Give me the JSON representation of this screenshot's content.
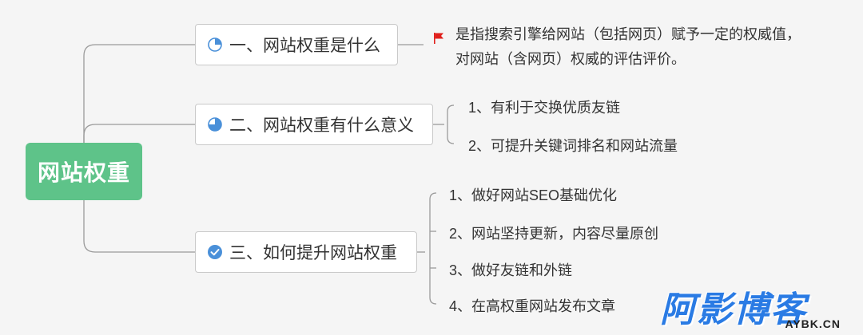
{
  "root": {
    "label": "网站权重"
  },
  "branches": [
    {
      "label": "一、网站权重是什么",
      "icon": "quarter-pie-icon",
      "note": [
        "是指搜索引擎给网站（包括网页）赋予一定的权威值，",
        "对网站（含网页）权威的评估评价。"
      ]
    },
    {
      "label": "二、网站权重有什么意义",
      "icon": "half-pie-icon",
      "children": [
        "1、有利于交换优质友链",
        "2、可提升关键词排名和网站流量"
      ]
    },
    {
      "label": "三、如何提升网站权重",
      "icon": "check-circle-icon",
      "children": [
        "1、做好网站SEO基础优化",
        "2、网站坚持更新，内容尽量原创",
        "3、做好友链和外链",
        "4、在高权重网站发布文章"
      ]
    }
  ],
  "watermark": {
    "title": "阿影博客",
    "domain": "AYBK.CN"
  },
  "colors": {
    "root": "#5ec389",
    "icon": "#4a90d9",
    "flag": "#e0201c",
    "line": "#9a9a9a",
    "logo": "#2a7be4"
  }
}
